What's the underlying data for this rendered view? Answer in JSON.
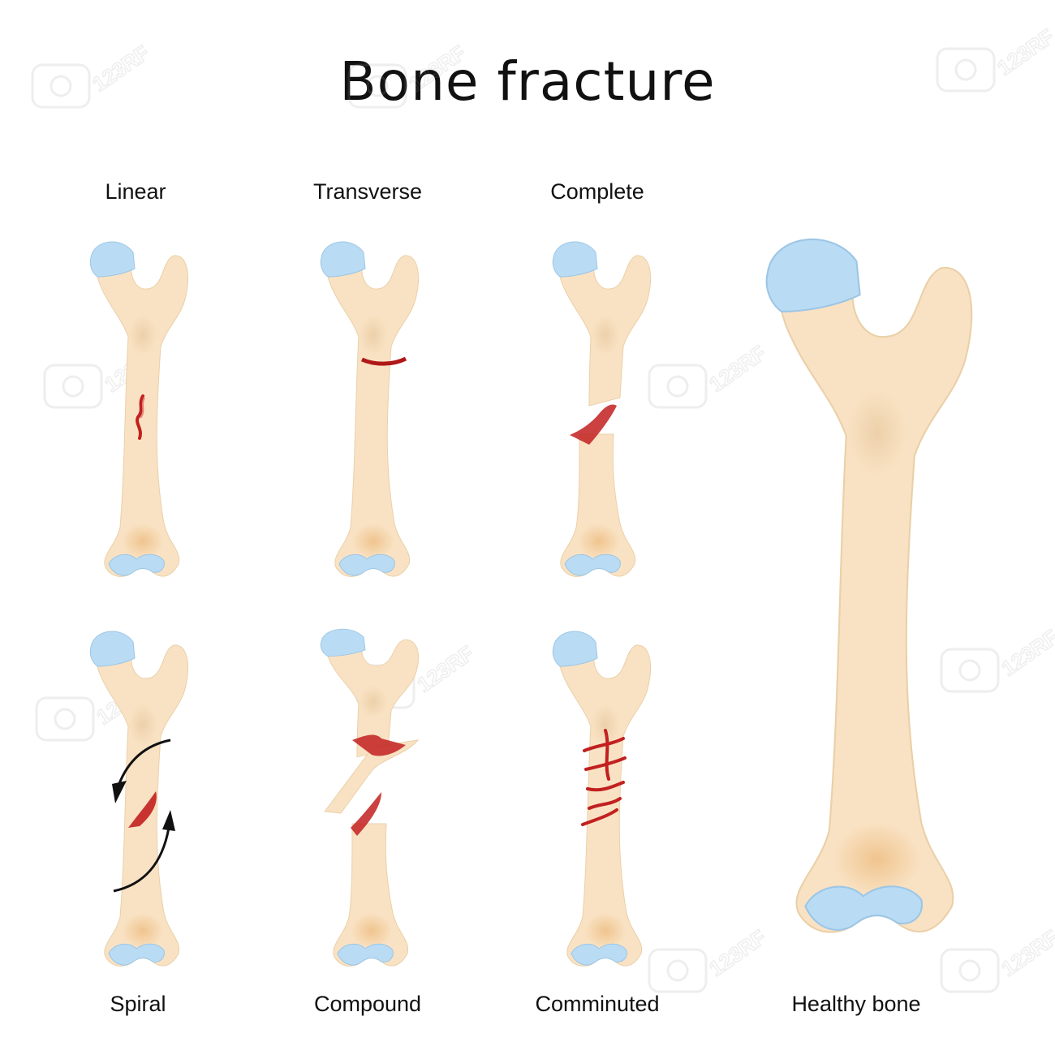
{
  "title": "Bone fracture",
  "labels": {
    "linear": "Linear",
    "transverse": "Transverse",
    "complete": "Complete",
    "spiral": "Spiral",
    "compound": "Compound",
    "comminuted": "Comminuted",
    "healthy": "Healthy bone"
  },
  "watermark": "123RF",
  "colors": {
    "bone": "#f9e2c3",
    "cartilage": "#b9dcf4",
    "fracture": "#c22020",
    "shade": "#f1c894"
  }
}
